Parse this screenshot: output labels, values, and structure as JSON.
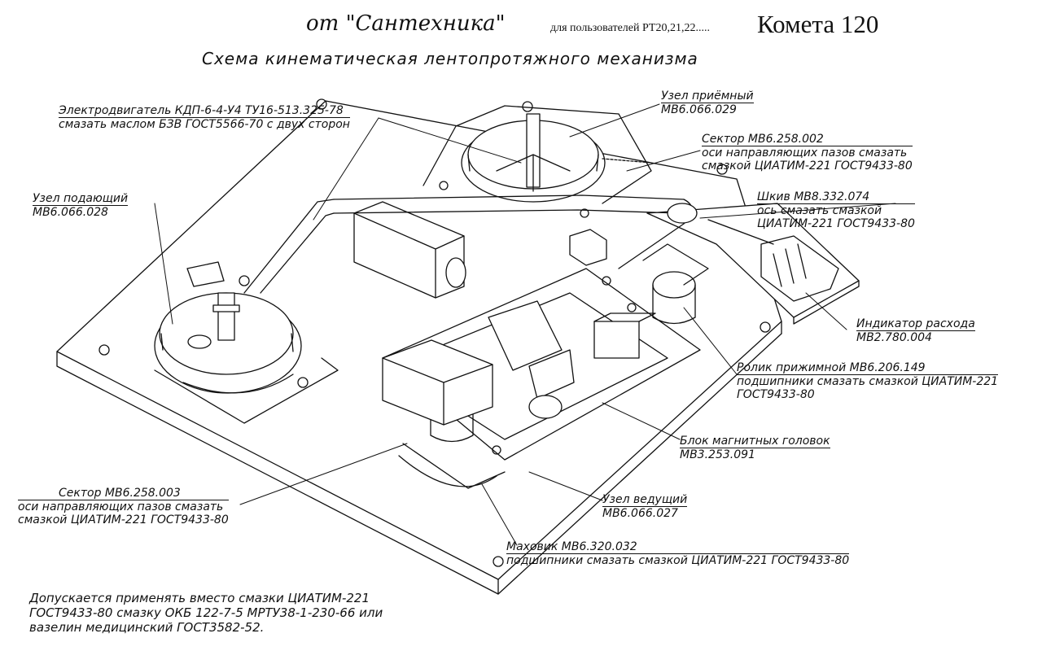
{
  "header": {
    "credit": "от \"Сантехника\"",
    "users": "для пользователей РТ20,21,22.....",
    "model": "Комета 120"
  },
  "subtitle": "Схема кинематическая лентопротяжного механизма",
  "labels": {
    "motor": {
      "line1": "Электродвигатель КДП-6-4-У4 ТУ16-513.325-78",
      "line2": "смазать маслом БЗВ ГОСТ5566-70 с двух сторон"
    },
    "take_up_unit": {
      "line1": "Узел приёмный",
      "line2": "МВ6.066.029"
    },
    "sector_top": {
      "line1": "Сектор МВ6.258.002",
      "line2": "оси направляющих пазов смазать",
      "line3": "смазкой ЦИАТИМ-221 ГОСТ9433-80"
    },
    "pulley": {
      "line1": "Шкив МВ8.332.074",
      "line2": "ось смазать смазкой",
      "line3": "ЦИАТИМ-221 ГОСТ9433-80"
    },
    "supply_unit": {
      "line1": "Узел подающий",
      "line2": "МВ6.066.028"
    },
    "counter": {
      "line1": "Индикатор расхода",
      "line2": "МВ2.780.004"
    },
    "pinch_roller": {
      "line1": "Ролик прижимной МВ6.206.149",
      "line2": "подшипники смазать смазкой ЦИАТИМ-221",
      "line3": "ГОСТ9433-80"
    },
    "head_block": {
      "line1": "Блок магнитных головок",
      "line2": "МВ3.253.091"
    },
    "sector_bottom": {
      "line1": "Сектор МВ6.258.003",
      "line2": "оси направляющих пазов смазать",
      "line3": "смазкой ЦИАТИМ-221 ГОСТ9433-80"
    },
    "drive_unit": {
      "line1": "Узел ведущий",
      "line2": "МВ6.066.027"
    },
    "flywheel": {
      "line1": "Маховик МВ6.320.032",
      "line2": "подшипники смазать смазкой ЦИАТИМ-221 ГОСТ9433-80"
    }
  },
  "note": {
    "line1": "Допускается применять вместо смазки ЦИАТИМ-221",
    "line2": "ГОСТ9433-80 смазку ОКБ 122-7-5 МРТУ38-1-230-66 или",
    "line3": "вазелин медицинский ГОСТ3582-52."
  }
}
